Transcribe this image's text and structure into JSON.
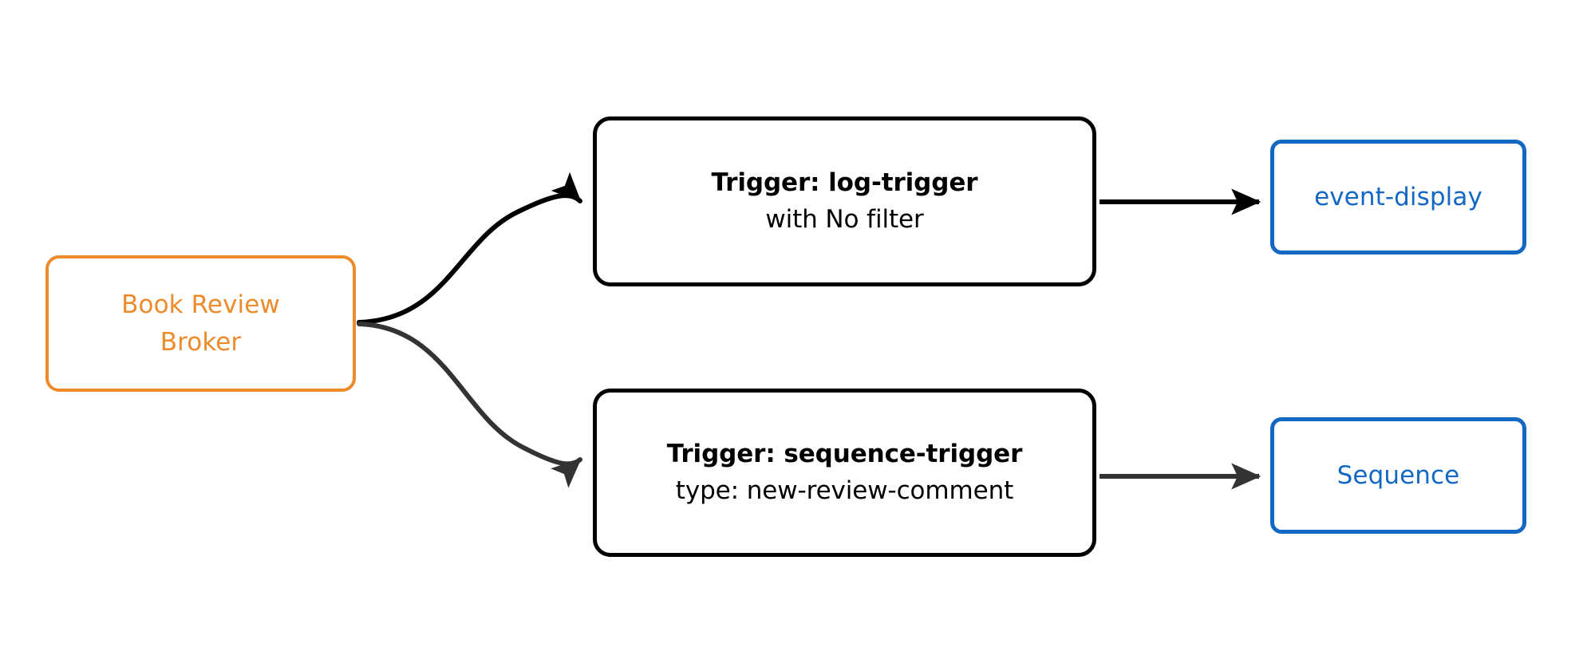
{
  "diagram": {
    "type": "flow-diagram",
    "background_color": "#FFFFFF",
    "nodes": {
      "broker": {
        "id": "book-review-broker",
        "line1": "Book Review",
        "line2": "Broker",
        "shape": "rounded-rectangle",
        "border_color": "#ED8B2A",
        "text_color": "#ED8B2A",
        "fill_color": "#FFFFFF"
      },
      "trigger_log": {
        "id": "log-trigger",
        "title": "Trigger: log-trigger",
        "subtitle": "with No filter",
        "shape": "rounded-rectangle",
        "border_color": "#000000",
        "text_color": "#000000",
        "fill_color": "#FFFFFF"
      },
      "trigger_sequence": {
        "id": "sequence-trigger",
        "title": "Trigger: sequence-trigger",
        "subtitle": "type: new-review-comment",
        "shape": "rounded-rectangle",
        "border_color": "#000000",
        "text_color": "#000000",
        "fill_color": "#FFFFFF"
      },
      "dest_event_display": {
        "id": "event-display",
        "label": "event-display",
        "shape": "rounded-rectangle",
        "border_color": "#1268C3",
        "text_color": "#1268C3",
        "fill_color": "#FFFFFF"
      },
      "dest_sequence": {
        "id": "sequence",
        "label": "Sequence",
        "shape": "rounded-rectangle",
        "border_color": "#1268C3",
        "text_color": "#1268C3",
        "fill_color": "#FFFFFF"
      }
    },
    "edges": [
      {
        "id": "broker-to-log-trigger",
        "from": "book-review-broker",
        "to": "log-trigger",
        "style": "curved",
        "color": "#000000",
        "arrowhead": "filled-triangle",
        "label": ""
      },
      {
        "id": "broker-to-sequence-trigger",
        "from": "book-review-broker",
        "to": "sequence-trigger",
        "style": "curved",
        "color": "#333333",
        "arrowhead": "filled-triangle",
        "label": ""
      },
      {
        "id": "log-trigger-to-event-display",
        "from": "log-trigger",
        "to": "event-display",
        "style": "straight",
        "color": "#000000",
        "arrowhead": "filled-triangle",
        "label": ""
      },
      {
        "id": "sequence-trigger-to-sequence",
        "from": "sequence-trigger",
        "to": "sequence",
        "style": "straight",
        "color": "#333333",
        "arrowhead": "filled-triangle",
        "label": ""
      }
    ]
  }
}
